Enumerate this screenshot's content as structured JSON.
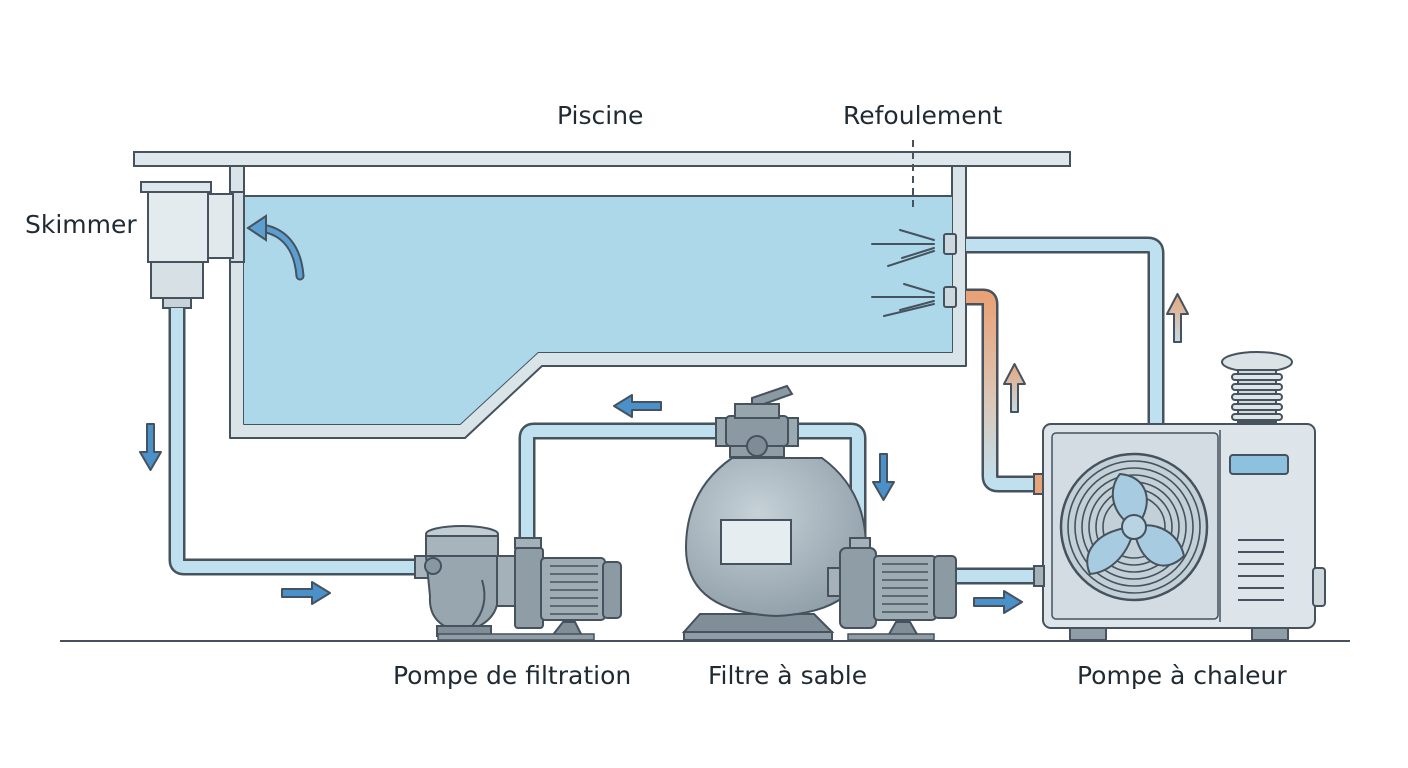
{
  "labels": {
    "pool": "Piscine",
    "return_jets": "Refoulement",
    "skimmer": "Skimmer",
    "filtration_pump": "Pompe de filtration",
    "sand_filter": "Filtre à sable",
    "heat_pump": "Pompe à chaleur"
  },
  "colors": {
    "water": "#acd8ea",
    "pipe_cold": "#bfe0ee",
    "pipe_hot": "#e9a276",
    "flow_arrow": "#4a90c9",
    "hot_arrow": "#e7ac84",
    "metal": "#97a6af",
    "outline": "#46525d"
  }
}
